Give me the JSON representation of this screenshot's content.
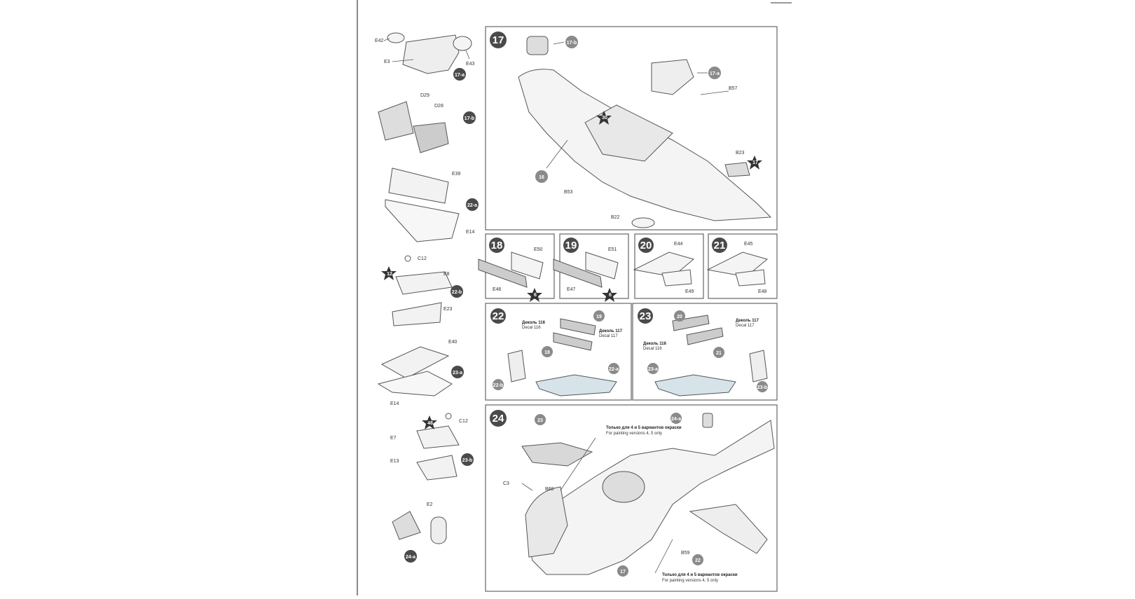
{
  "sidebar": {
    "sub_steps": [
      {
        "id": "17-a",
        "badge": "17-a",
        "parts": [
          "E42",
          "E3",
          "E43"
        ]
      },
      {
        "id": "17-b",
        "badge": "17-b",
        "parts": [
          "D29",
          "D28"
        ]
      },
      {
        "id": "22-a",
        "badge": "22-a",
        "parts": [
          "E39",
          "E14"
        ]
      },
      {
        "id": "22-b",
        "badge": "22-b",
        "parts": [
          "C12",
          "E8",
          "E23"
        ],
        "star": "12"
      },
      {
        "id": "23-a",
        "badge": "23-a",
        "parts": [
          "E40",
          "E14"
        ]
      },
      {
        "id": "23-b",
        "badge": "23-b",
        "parts": [
          "C12",
          "E7",
          "E13"
        ],
        "star": "48"
      },
      {
        "id": "24-a",
        "badge": "24-a",
        "parts": [
          "E2"
        ]
      }
    ]
  },
  "steps": {
    "s17": {
      "number": "17",
      "bubbles": [
        "17-b",
        "17-a",
        "16"
      ],
      "parts": [
        "B57",
        "B23",
        "B53",
        "B22"
      ],
      "stars": [
        "30",
        "17"
      ]
    },
    "s18": {
      "number": "18",
      "parts": [
        "E50",
        "E46"
      ],
      "star": "6"
    },
    "s19": {
      "number": "19",
      "parts": [
        "E51",
        "E47"
      ],
      "star": "6"
    },
    "s20": {
      "number": "20",
      "parts": [
        "E44",
        "E49"
      ]
    },
    "s21": {
      "number": "21",
      "parts": [
        "E45",
        "E48"
      ]
    },
    "s22": {
      "number": "22",
      "decal_a_ru": "Деколь 116",
      "decal_a_en": "Decal 116",
      "decal_b_ru": "Деколь 117",
      "decal_b_en": "Decal 117",
      "bubbles": [
        "19",
        "18",
        "22-a",
        "22-b"
      ]
    },
    "s23": {
      "number": "23",
      "decal_a_ru": "Деколь 117",
      "decal_a_en": "Decal 117",
      "decal_b_ru": "Деколь 116",
      "decal_b_en": "Decal 116",
      "bubbles": [
        "20",
        "21",
        "23-a",
        "23-b"
      ]
    },
    "s24": {
      "number": "24",
      "note_top_ru": "Только для 4 и 5 вариантов окраски",
      "note_top_en": "For painting versions 4, 5 only",
      "note_bottom_ru": "Только для 4 и 5 вариантов окраски",
      "note_bottom_en": "For painting versions 4, 5 only",
      "bubbles": [
        "23",
        "24-a",
        "17",
        "22"
      ],
      "parts": [
        "C3",
        "B60",
        "B59"
      ]
    }
  },
  "colors": {
    "badge": "#4a4a4a",
    "bubble": "#8a8a8a",
    "line": "#555555",
    "frame": "#666666"
  }
}
